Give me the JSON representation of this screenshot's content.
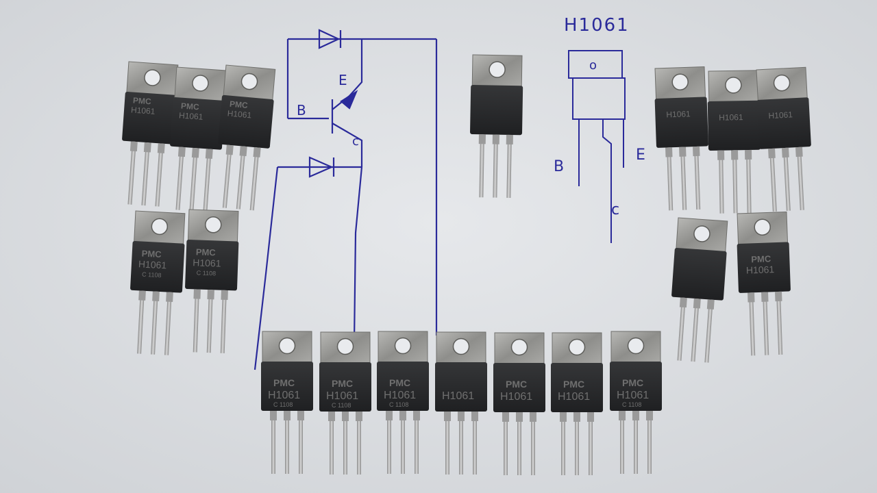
{
  "diagram": {
    "title": "H1061",
    "circuit_labels": {
      "base": "B",
      "emitter": "E",
      "collector": "c"
    },
    "pinout_labels": {
      "base": "B",
      "emitter": "E",
      "collector": "c"
    },
    "tab_marking": "o"
  },
  "part_marking": {
    "brand": "PMC",
    "part": "H1061",
    "code": "C 1108"
  },
  "colors": {
    "paper": "#dfe1e4",
    "ink": "#2a2a9a",
    "body": "#2a2b2d",
    "tab": "#9c9c9a",
    "lead": "#b5b5b5"
  }
}
